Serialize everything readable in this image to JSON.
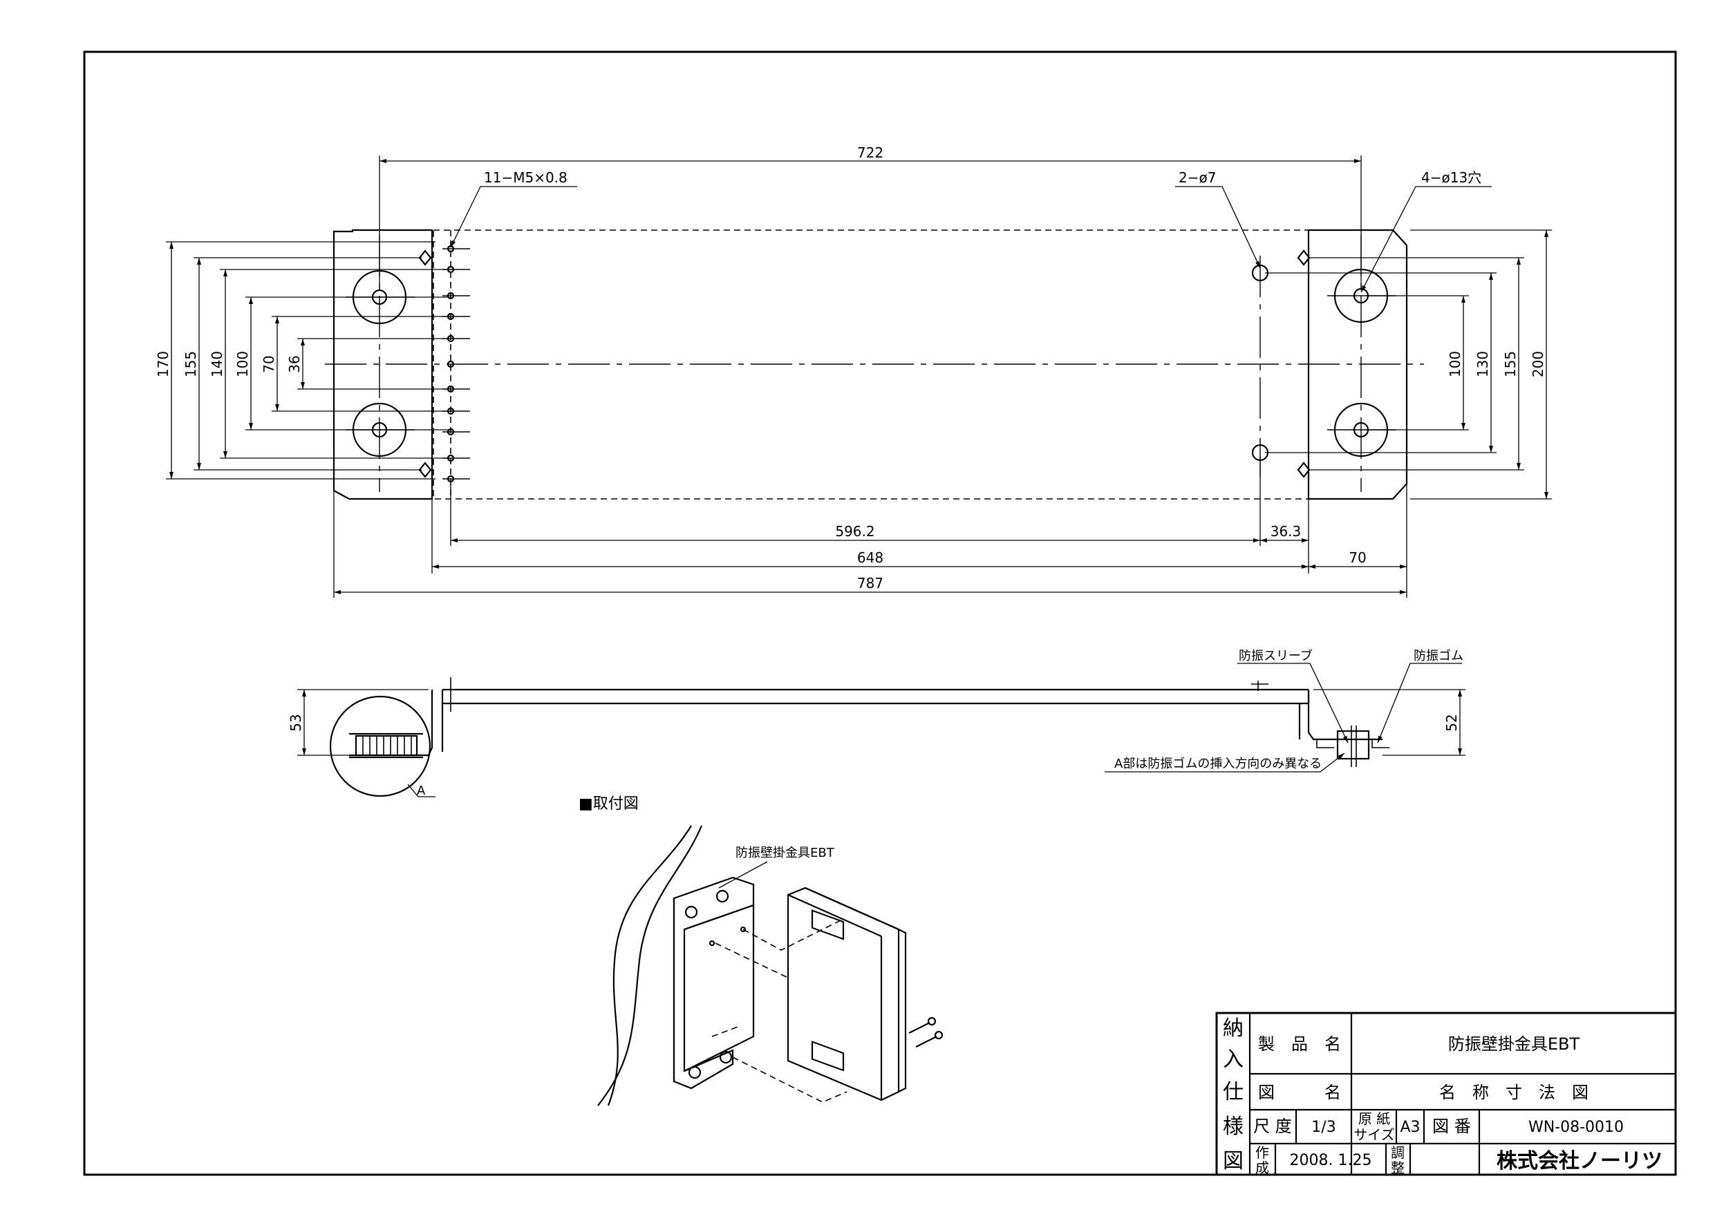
{
  "dimensions": {
    "top_width": "722",
    "left_170": "170",
    "left_155": "155",
    "left_140": "140",
    "left_100": "100",
    "left_70": "70",
    "left_36": "36",
    "right_100": "100",
    "right_130": "130",
    "right_155": "155",
    "right_200": "200",
    "bottom_5962": "596.2",
    "bottom_363": "36.3",
    "bottom_648": "648",
    "bottom_70": "70",
    "bottom_787": "787",
    "side_53": "53",
    "side_52": "52"
  },
  "callouts": {
    "tapped_holes": "11−M5×0.8",
    "holes_small": "2−ø7",
    "holes_large": "4−ø13穴",
    "sleeve": "防振スリーブ",
    "rubber": "防振ゴム",
    "part_a_note": "A部は防振ゴムの挿入方向のみ異なる",
    "detail_a": "A"
  },
  "mounting": {
    "heading": "■取付図",
    "product_label": "防振壁掛金具EBT"
  },
  "title_block": {
    "vertical_label": [
      "納",
      "入",
      "仕",
      "様",
      "図"
    ],
    "product_name_label": "製　品　名",
    "product_name": "防振壁掛金具EBT",
    "drawing_name_label": "図　　　名",
    "drawing_name": "名　称　寸　法　図",
    "scale_label": "尺 度",
    "scale": "1/3",
    "paper_label_1": "原 紙",
    "paper_label_2": "サイズ",
    "paper_size": "A3",
    "drawing_no_label": "図 番",
    "drawing_no": "WN-08-0010",
    "created_label_1": "作",
    "created_label_2": "成",
    "created_date": "2008. 1.25",
    "check_label_1": "調",
    "check_label_2": "整",
    "company": "株式会社ノーリツ"
  }
}
